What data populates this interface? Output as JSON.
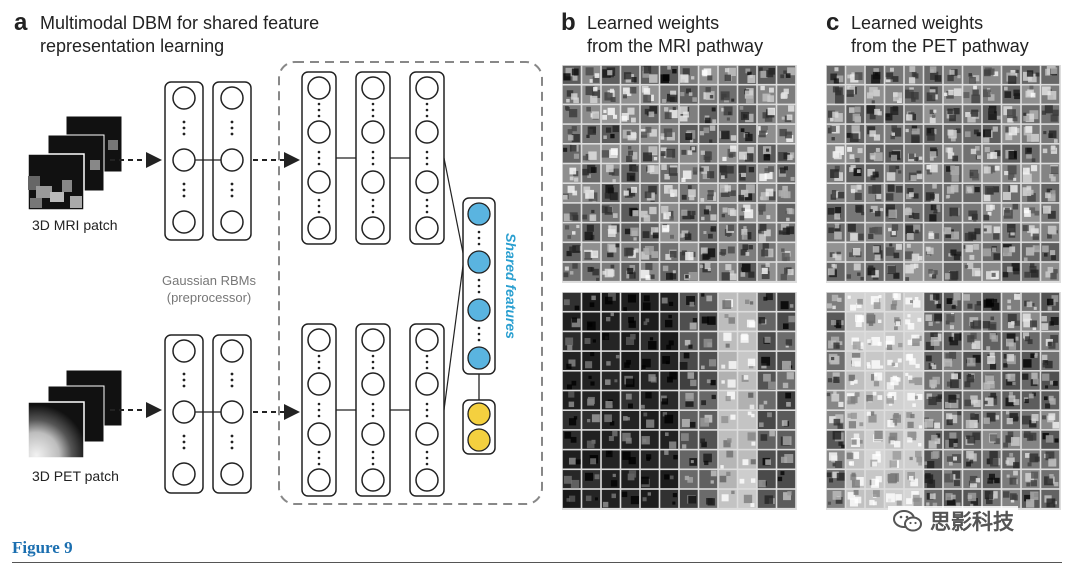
{
  "panel_a": {
    "letter": "a",
    "title_line1": "Multimodal DBM for shared feature",
    "title_line2": "representation learning",
    "mri_label": "3D MRI patch",
    "pet_label": "3D PET patch",
    "rbm_label_line1": "Gaussian RBMs",
    "rbm_label_line2": "(preprocessor)",
    "shared_label": "Shared features",
    "colors": {
      "shared_unit": "#5ab4e0",
      "gated_unit": "#f4d03f",
      "dashed_box": "#888888"
    }
  },
  "panel_b": {
    "letter": "b",
    "title_line1": "Learned weights",
    "title_line2": "from the MRI pathway"
  },
  "panel_c": {
    "letter": "c",
    "title_line1": "Learned weights",
    "title_line2": "from the PET pathway"
  },
  "figure_label": "Figure 9",
  "watermark": {
    "text": "思影科技",
    "icon": "wechat-icon"
  }
}
